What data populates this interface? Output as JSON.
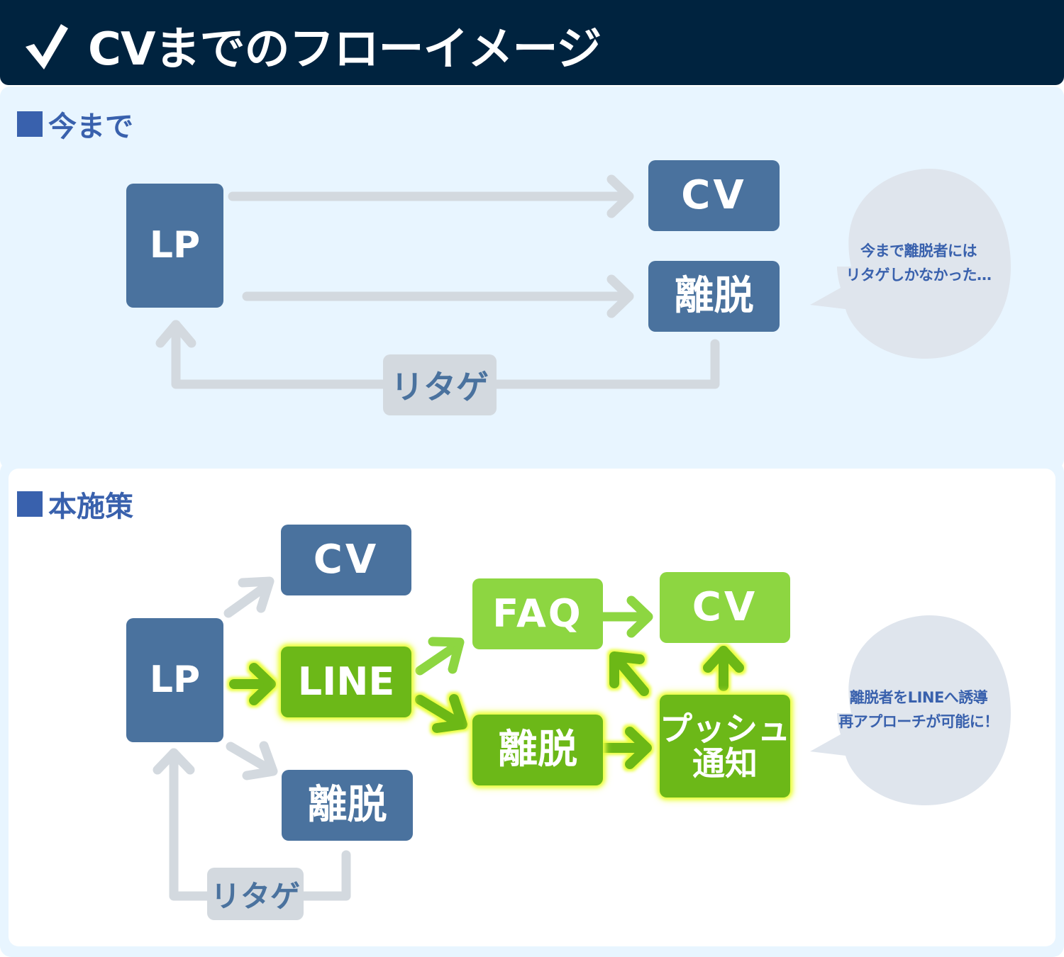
{
  "header": {
    "icon": "checkmark-icon",
    "title": "CVまでのフローイメージ"
  },
  "before": {
    "heading": "今まで",
    "nodes": {
      "lp": "LP",
      "cv": "CV",
      "exit": "離脱"
    },
    "retarget_label": "リタゲ",
    "bubble": {
      "line1": "今まで離脱者には",
      "line2": "リタゲしかなかった…"
    }
  },
  "after": {
    "heading": "本施策",
    "nodes": {
      "lp": "LP",
      "cv": "CV",
      "exit": "離脱",
      "line": "LINE",
      "faq": "FAQ",
      "line_cv": "CV",
      "line_exit": "離脱",
      "push_line1": "プッシュ",
      "push_line2": "通知"
    },
    "retarget_label": "リタゲ",
    "bubble": {
      "line1": "離脱者をLINEへ誘導",
      "line2": "再アプローチが可能に！"
    }
  },
  "colors": {
    "header_bg": "#00233f",
    "accent_blue": "#3961ad",
    "node_blue": "#4a729e",
    "node_green_light": "#8dd641",
    "node_green_dark": "#6cb818",
    "glow": "#eaff3a",
    "arrow_gray": "#d3d9df",
    "panel_bg": "#e8f5ff",
    "bubble_bg": "#dfe5ed"
  }
}
